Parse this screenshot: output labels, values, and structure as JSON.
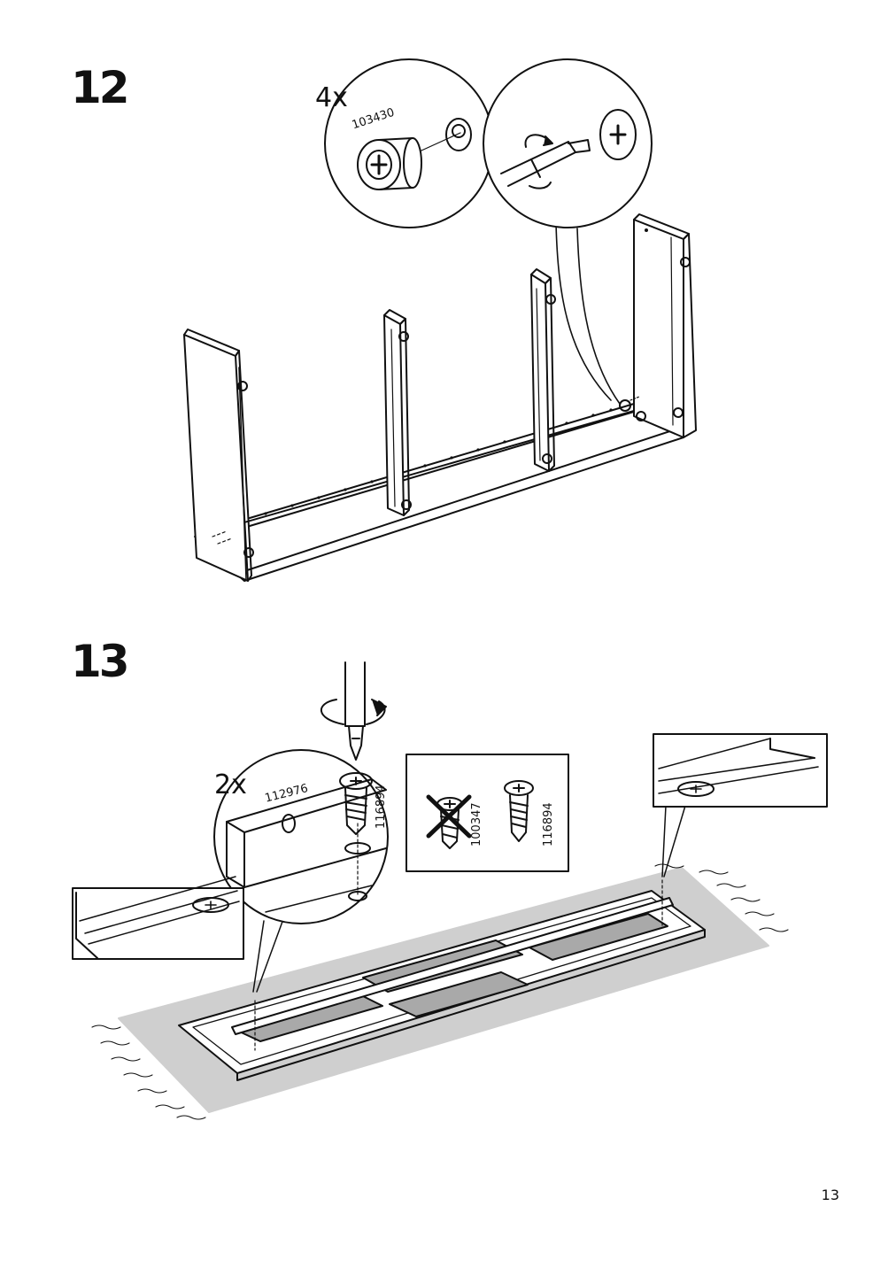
{
  "steps": [
    {
      "number": "12",
      "quantity": "4x",
      "parts": [
        "103430"
      ]
    },
    {
      "number": "13",
      "quantity": "2x",
      "parts": [
        "112976",
        "116894"
      ],
      "screw_comparison": {
        "wrong_part": "100347",
        "right_part": "116894"
      }
    }
  ],
  "icons": [
    "cam-lock-icon",
    "screwdriver-icon",
    "rotation-arrow-icon",
    "screw-icon",
    "cross-out-icon",
    "rug-icon"
  ],
  "page_number": "13"
}
